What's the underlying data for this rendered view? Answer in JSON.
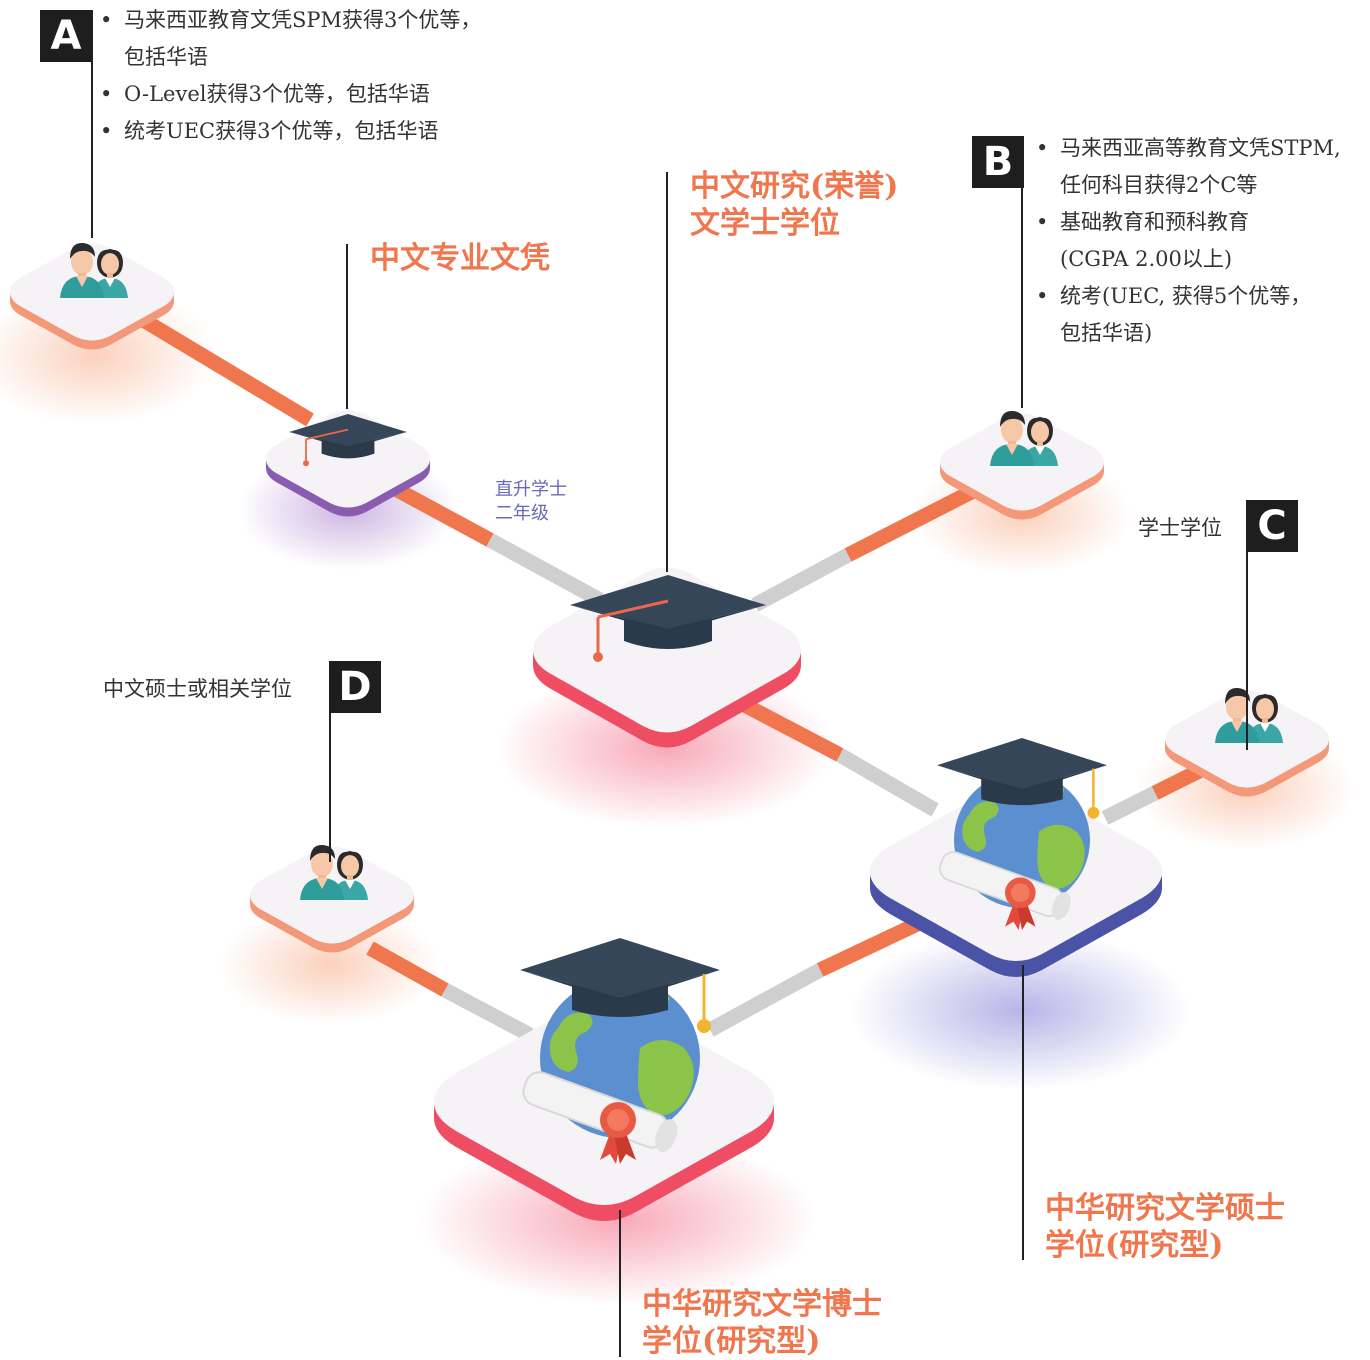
{
  "entries": {
    "a": {
      "badge": "A",
      "requirements": [
        {
          "line1": "马来西亚教育文凭SPM获得3个优等，",
          "line2": "包括华语"
        },
        {
          "line1": "O-Level获得3个优等，包括华语",
          "line2": ""
        },
        {
          "line1": "统考UEC获得3个优等，包括华语",
          "line2": ""
        }
      ]
    },
    "b": {
      "badge": "B",
      "requirements": [
        {
          "line1": "马来西亚高等教育文凭STPM,",
          "line2": "任何科目获得2个C等"
        },
        {
          "line1": "基础教育和预科教育",
          "line2": "(CGPA 2.00以上)"
        },
        {
          "line1": "统考(UEC, 获得5个优等，",
          "line2": "包括华语)"
        }
      ]
    },
    "c": {
      "badge": "C",
      "label": "学士学位"
    },
    "d": {
      "badge": "D",
      "label": "中文硕士或相关学位"
    }
  },
  "programs": {
    "diploma": {
      "line1": "中文专业文凭",
      "line2": ""
    },
    "bachelor": {
      "line1": "中文研究(荣誉)",
      "line2": "文学士学位"
    },
    "master": {
      "line1": "中华研究文学硕士",
      "line2": "学位(研究型)"
    },
    "phd": {
      "line1": "中华研究文学博士",
      "line2": "学位(研究型)"
    }
  },
  "transfer_note": {
    "line1": "直升学士",
    "line2": "二年级"
  },
  "colors": {
    "accent": "#f0764e",
    "path_grey": "#cfcfcf",
    "diploma_rim": "#8a5cb0",
    "bachelor_rim": "#ee4d63",
    "master_rim": "#4b53a6",
    "phd_rim": "#ee4d63",
    "cap": "#2f3e4f",
    "globe_sea": "#5b8fd0",
    "globe_land": "#8cc44a"
  },
  "icons": [
    "students-icon",
    "graduation-cap-icon",
    "globe-diploma-icon"
  ]
}
